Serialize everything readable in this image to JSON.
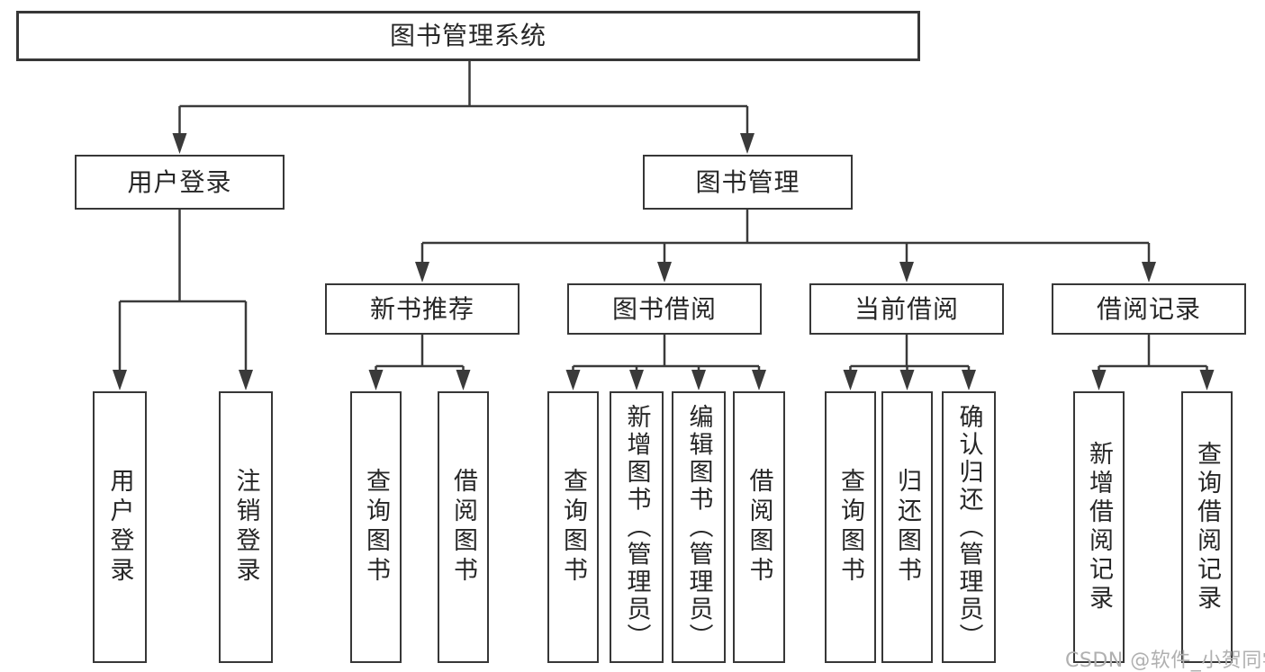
{
  "diagram": {
    "root": {
      "label": "图书管理系统"
    },
    "level2": [
      {
        "label": "用户登录"
      },
      {
        "label": "图书管理"
      }
    ],
    "level3": [
      {
        "label": "新书推荐"
      },
      {
        "label": "图书借阅"
      },
      {
        "label": "当前借阅"
      },
      {
        "label": "借阅记录"
      }
    ],
    "leaves": [
      {
        "label": "用户登录"
      },
      {
        "label": "注销登录"
      },
      {
        "label": "查询图书"
      },
      {
        "label": "借阅图书"
      },
      {
        "label": "查询图书"
      },
      {
        "label": "新增图书（管理员）"
      },
      {
        "label": "编辑图书（管理员）"
      },
      {
        "label": "借阅图书"
      },
      {
        "label": "查询图书"
      },
      {
        "label": "归还图书"
      },
      {
        "label": "确认归还（管理员）"
      },
      {
        "label": "新增借阅记录"
      },
      {
        "label": "查询借阅记录"
      }
    ]
  },
  "watermark": {
    "text": "CSDN @软件_小贺同学"
  },
  "colors": {
    "line": "#3a3a3a",
    "box_border": "#373737",
    "text": "#262626",
    "watermark": "#b0b0b0",
    "background": "#ffffff"
  }
}
